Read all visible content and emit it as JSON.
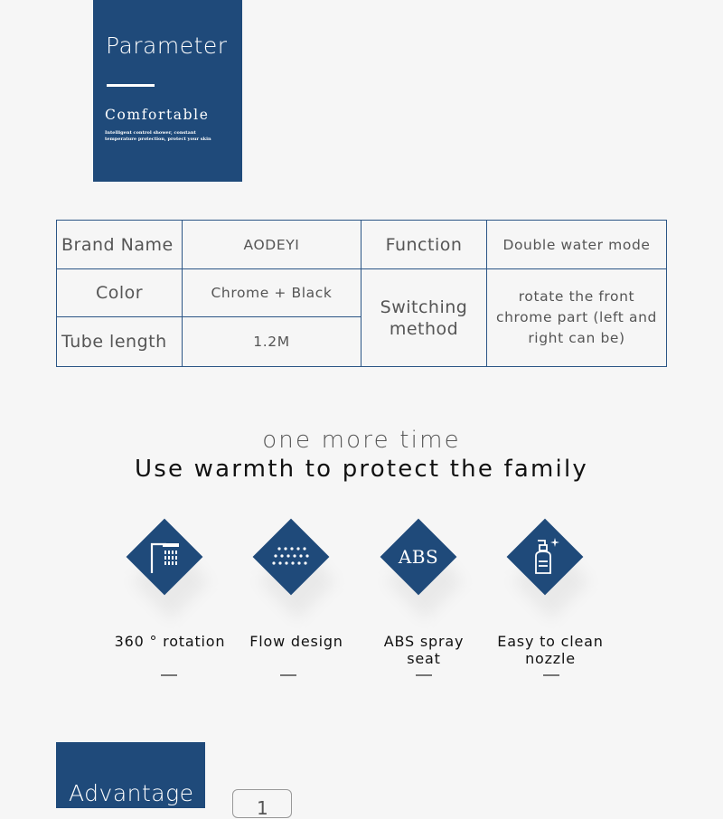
{
  "parameter": {
    "title": "Parameter",
    "subtitle": "Comfortable",
    "description": "Intelligent control shower, constant temperature protection, protect your skin"
  },
  "spec_table": {
    "brand_label": "Brand Name",
    "brand_value": "AODEYI",
    "function_label": "Function",
    "function_value": "Double water mode",
    "color_label": "Color",
    "color_value": "Chrome + Black",
    "switching_label": "Switching method",
    "switching_value": "rotate the front chrome part (left and right can be)",
    "tube_label": "Tube length",
    "tube_value": "1.2M"
  },
  "slogan": {
    "line1": "one more time",
    "line2": "Use warmth to protect the family"
  },
  "features": [
    {
      "label": "360 ° rotation",
      "icon": "shower-head-icon"
    },
    {
      "label": "Flow design",
      "icon": "spray-dots-icon"
    },
    {
      "label": "ABS spray seat",
      "icon": "abs-text-icon",
      "icon_text": "ABS"
    },
    {
      "label": "Easy to clean nozzle",
      "icon": "soap-bottle-icon"
    }
  ],
  "advantage": {
    "title": "Advantage",
    "number": "1"
  },
  "colors": {
    "brand_blue": "#1f4a7a",
    "background": "#f6f6f6"
  }
}
